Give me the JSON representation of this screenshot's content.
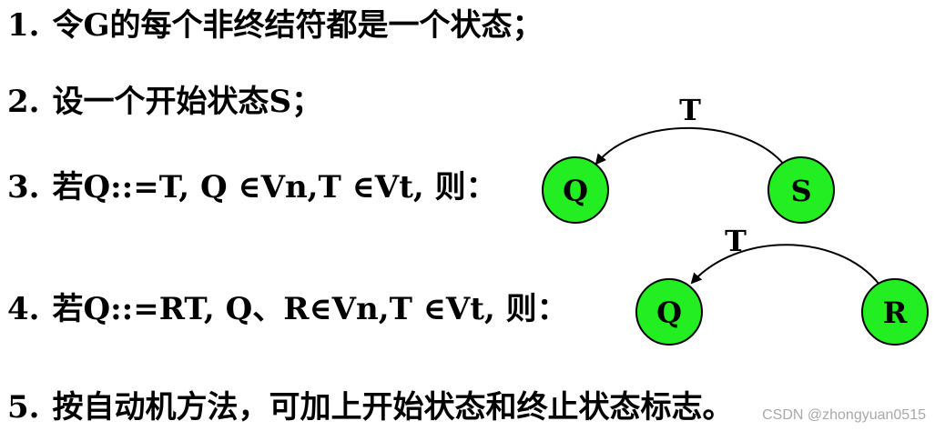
{
  "lines": [
    {
      "num": "1.",
      "text": "令G的每个非终结符都是一个状态；"
    },
    {
      "num": "2.",
      "text": "设一个开始状态S；"
    },
    {
      "num": "3.",
      "text": "若Q::=T,  Q ∈Vn,T ∈Vt, 则："
    },
    {
      "num": "4.",
      "text": "若Q::=RT, Q、R∈Vn,T ∈Vt, 则："
    },
    {
      "num": "5.",
      "text": "按自动机方法，可加上开始状态和终止状态标志。"
    }
  ],
  "diagram1": {
    "from_label": "S",
    "to_label": "Q",
    "edge_label": "T"
  },
  "diagram2": {
    "from_label": "R",
    "to_label": "Q",
    "edge_label": "T"
  },
  "colors": {
    "node_fill": "#22ee22",
    "node_stroke": "#000000",
    "edge": "#000000"
  },
  "watermark": "CSDN @zhongyuan0515"
}
